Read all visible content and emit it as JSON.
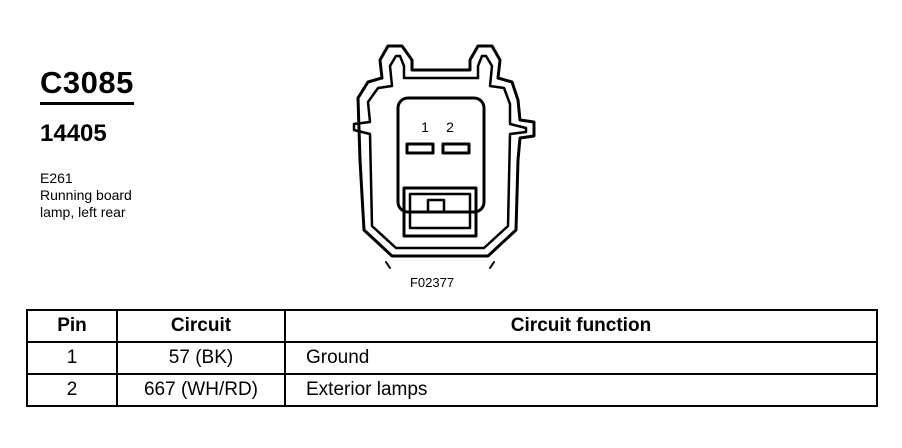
{
  "connector": {
    "id": "C3085",
    "part_number": "14405",
    "location_lines": [
      "E261",
      "Running board",
      "lamp, left rear"
    ]
  },
  "diagram": {
    "pin_labels": [
      "1",
      "2"
    ],
    "figure_code": "F02377"
  },
  "table": {
    "headers": {
      "pin": "Pin",
      "circuit": "Circuit",
      "function": "Circuit function"
    },
    "rows": [
      {
        "pin": "1",
        "circuit": "57 (BK)",
        "function": "Ground"
      },
      {
        "pin": "2",
        "circuit": "667 (WH/RD)",
        "function": "Exterior lamps"
      }
    ]
  }
}
